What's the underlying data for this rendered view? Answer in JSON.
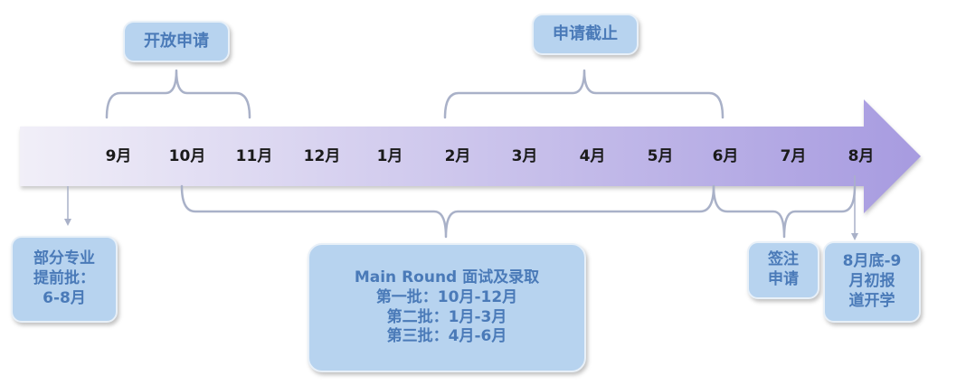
{
  "months": [
    "9月",
    "10月",
    "11月",
    "12月",
    "1月",
    "2月",
    "3月",
    "4月",
    "5月",
    "6月",
    "7月",
    "8月"
  ],
  "callouts": {
    "open_application": "开放申请",
    "application_deadline": "申请截止",
    "early_admission": [
      "部分专业",
      "提前批：",
      "6-8月"
    ],
    "main_round": [
      "Main Round 面试及录取",
      "第一批：10月-12月",
      "第二批：1月-3月",
      "第三批：4月-6月"
    ],
    "visa_application": [
      "签注",
      "申请"
    ],
    "enrollment": [
      "8月底-9",
      "月初报",
      "道开学"
    ]
  },
  "colors": {
    "box_fill": "#b7d3ef",
    "box_text": "#4a7ab8",
    "bracket": "#a9b1c8",
    "arrow_start": "#f1eff8",
    "arrow_end": "#a79be0"
  }
}
